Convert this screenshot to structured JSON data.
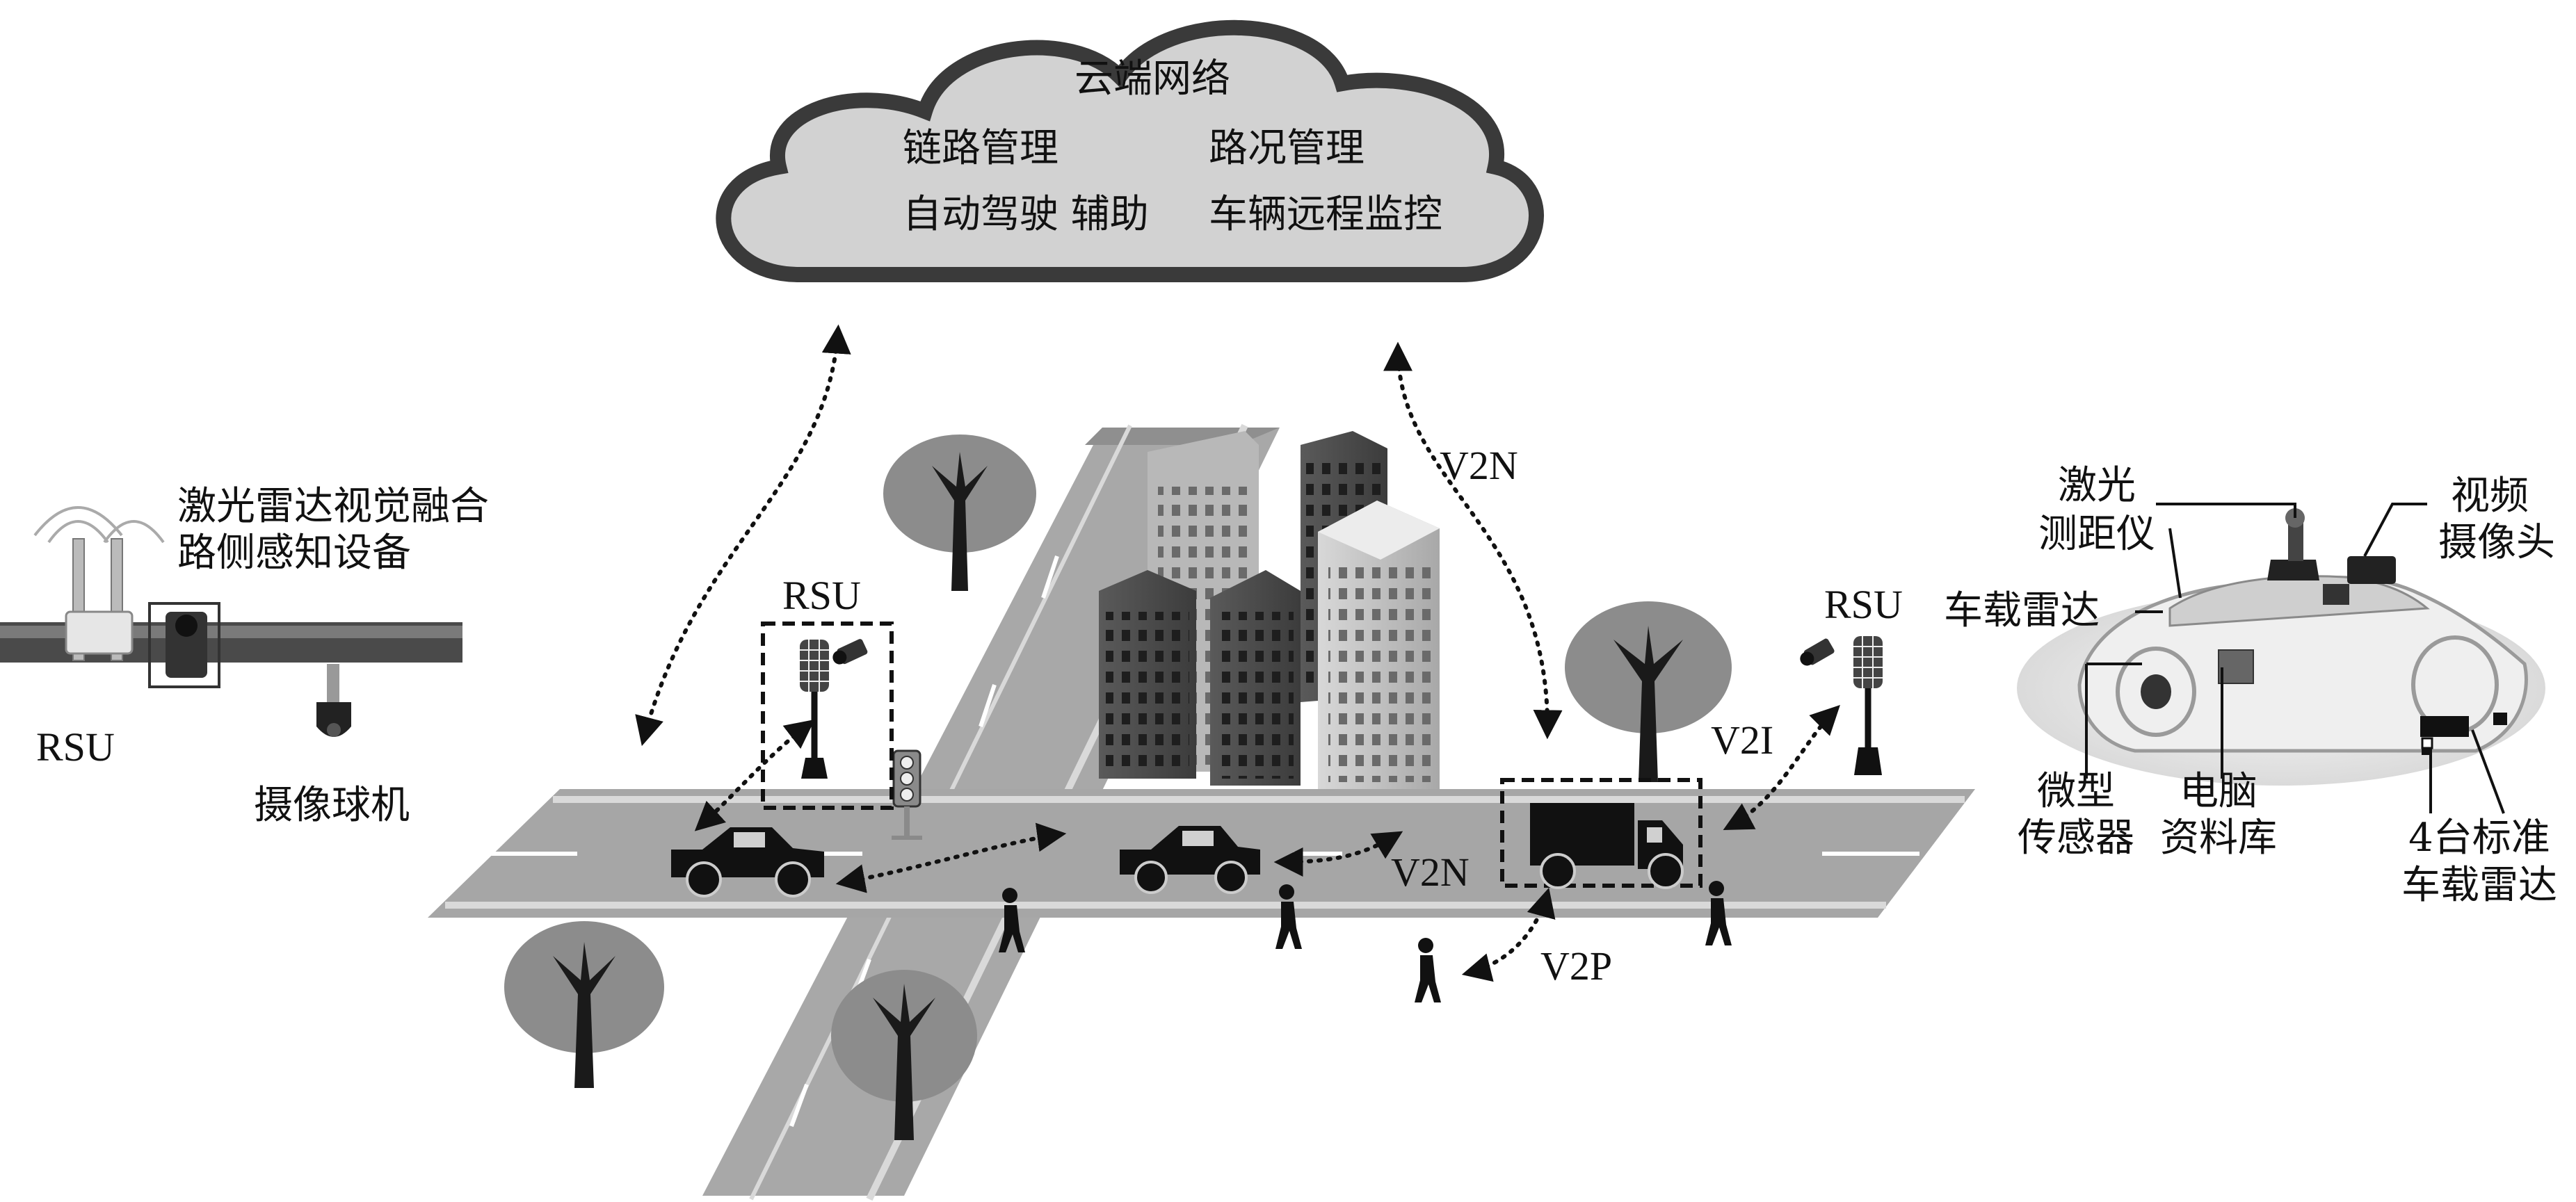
{
  "cloud": {
    "title": "云端网络",
    "items": [
      "链路管理",
      "路况管理",
      "自动驾驶 辅助",
      "车辆远程监控"
    ]
  },
  "left_device": {
    "title_line1": "激光雷达视觉融合",
    "title_line2": "路侧感知设备",
    "rsu_label": "RSU",
    "camera_label": "摄像球机"
  },
  "scene": {
    "rsu_left": "RSU",
    "rsu_right": "RSU",
    "links": {
      "v2n_top": "V2N",
      "v2n_mid": "V2N",
      "v2i": "V2I",
      "v2p": "V2P"
    }
  },
  "vehicle": {
    "lidar_line1": "激光",
    "lidar_line2": "测距仪",
    "camera_line1": "视频",
    "camera_line2": "摄像头",
    "radar": "车载雷达",
    "sensor_line1": "微型",
    "sensor_line2": "传感器",
    "computer_line1": "电脑",
    "computer_line2": "资料库",
    "std_radar_line1": "4台标准",
    "std_radar_line2": "车载雷达"
  }
}
